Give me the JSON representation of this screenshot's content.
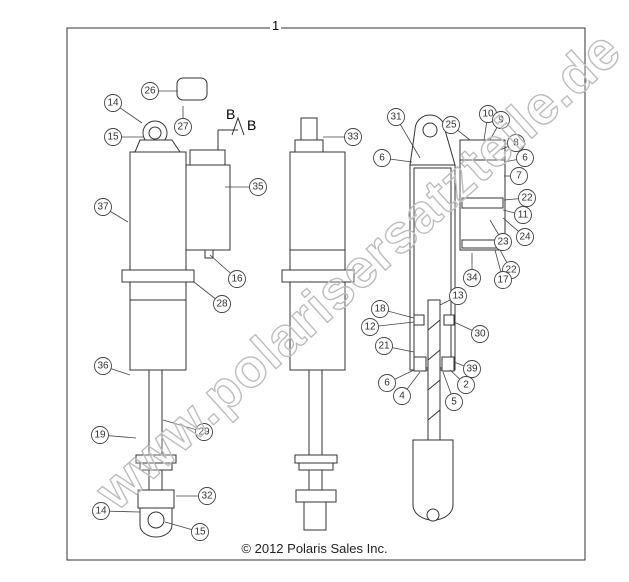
{
  "diagram": {
    "assembly_number": "1",
    "copyright": "© 2012 Polaris Sales Inc.",
    "watermark": "www.polarisersatzteile.de",
    "section_marks": [
      "B",
      "B"
    ],
    "callouts": [
      "26",
      "27",
      "14",
      "15",
      "33",
      "31",
      "6",
      "25",
      "10",
      "9",
      "8",
      "6",
      "7",
      "22",
      "11",
      "24",
      "23",
      "34",
      "22",
      "17",
      "37",
      "35",
      "16",
      "28",
      "18",
      "13",
      "12",
      "30",
      "21",
      "39",
      "6",
      "4",
      "5",
      "2",
      "36",
      "29",
      "19",
      "32",
      "14",
      "15"
    ]
  }
}
